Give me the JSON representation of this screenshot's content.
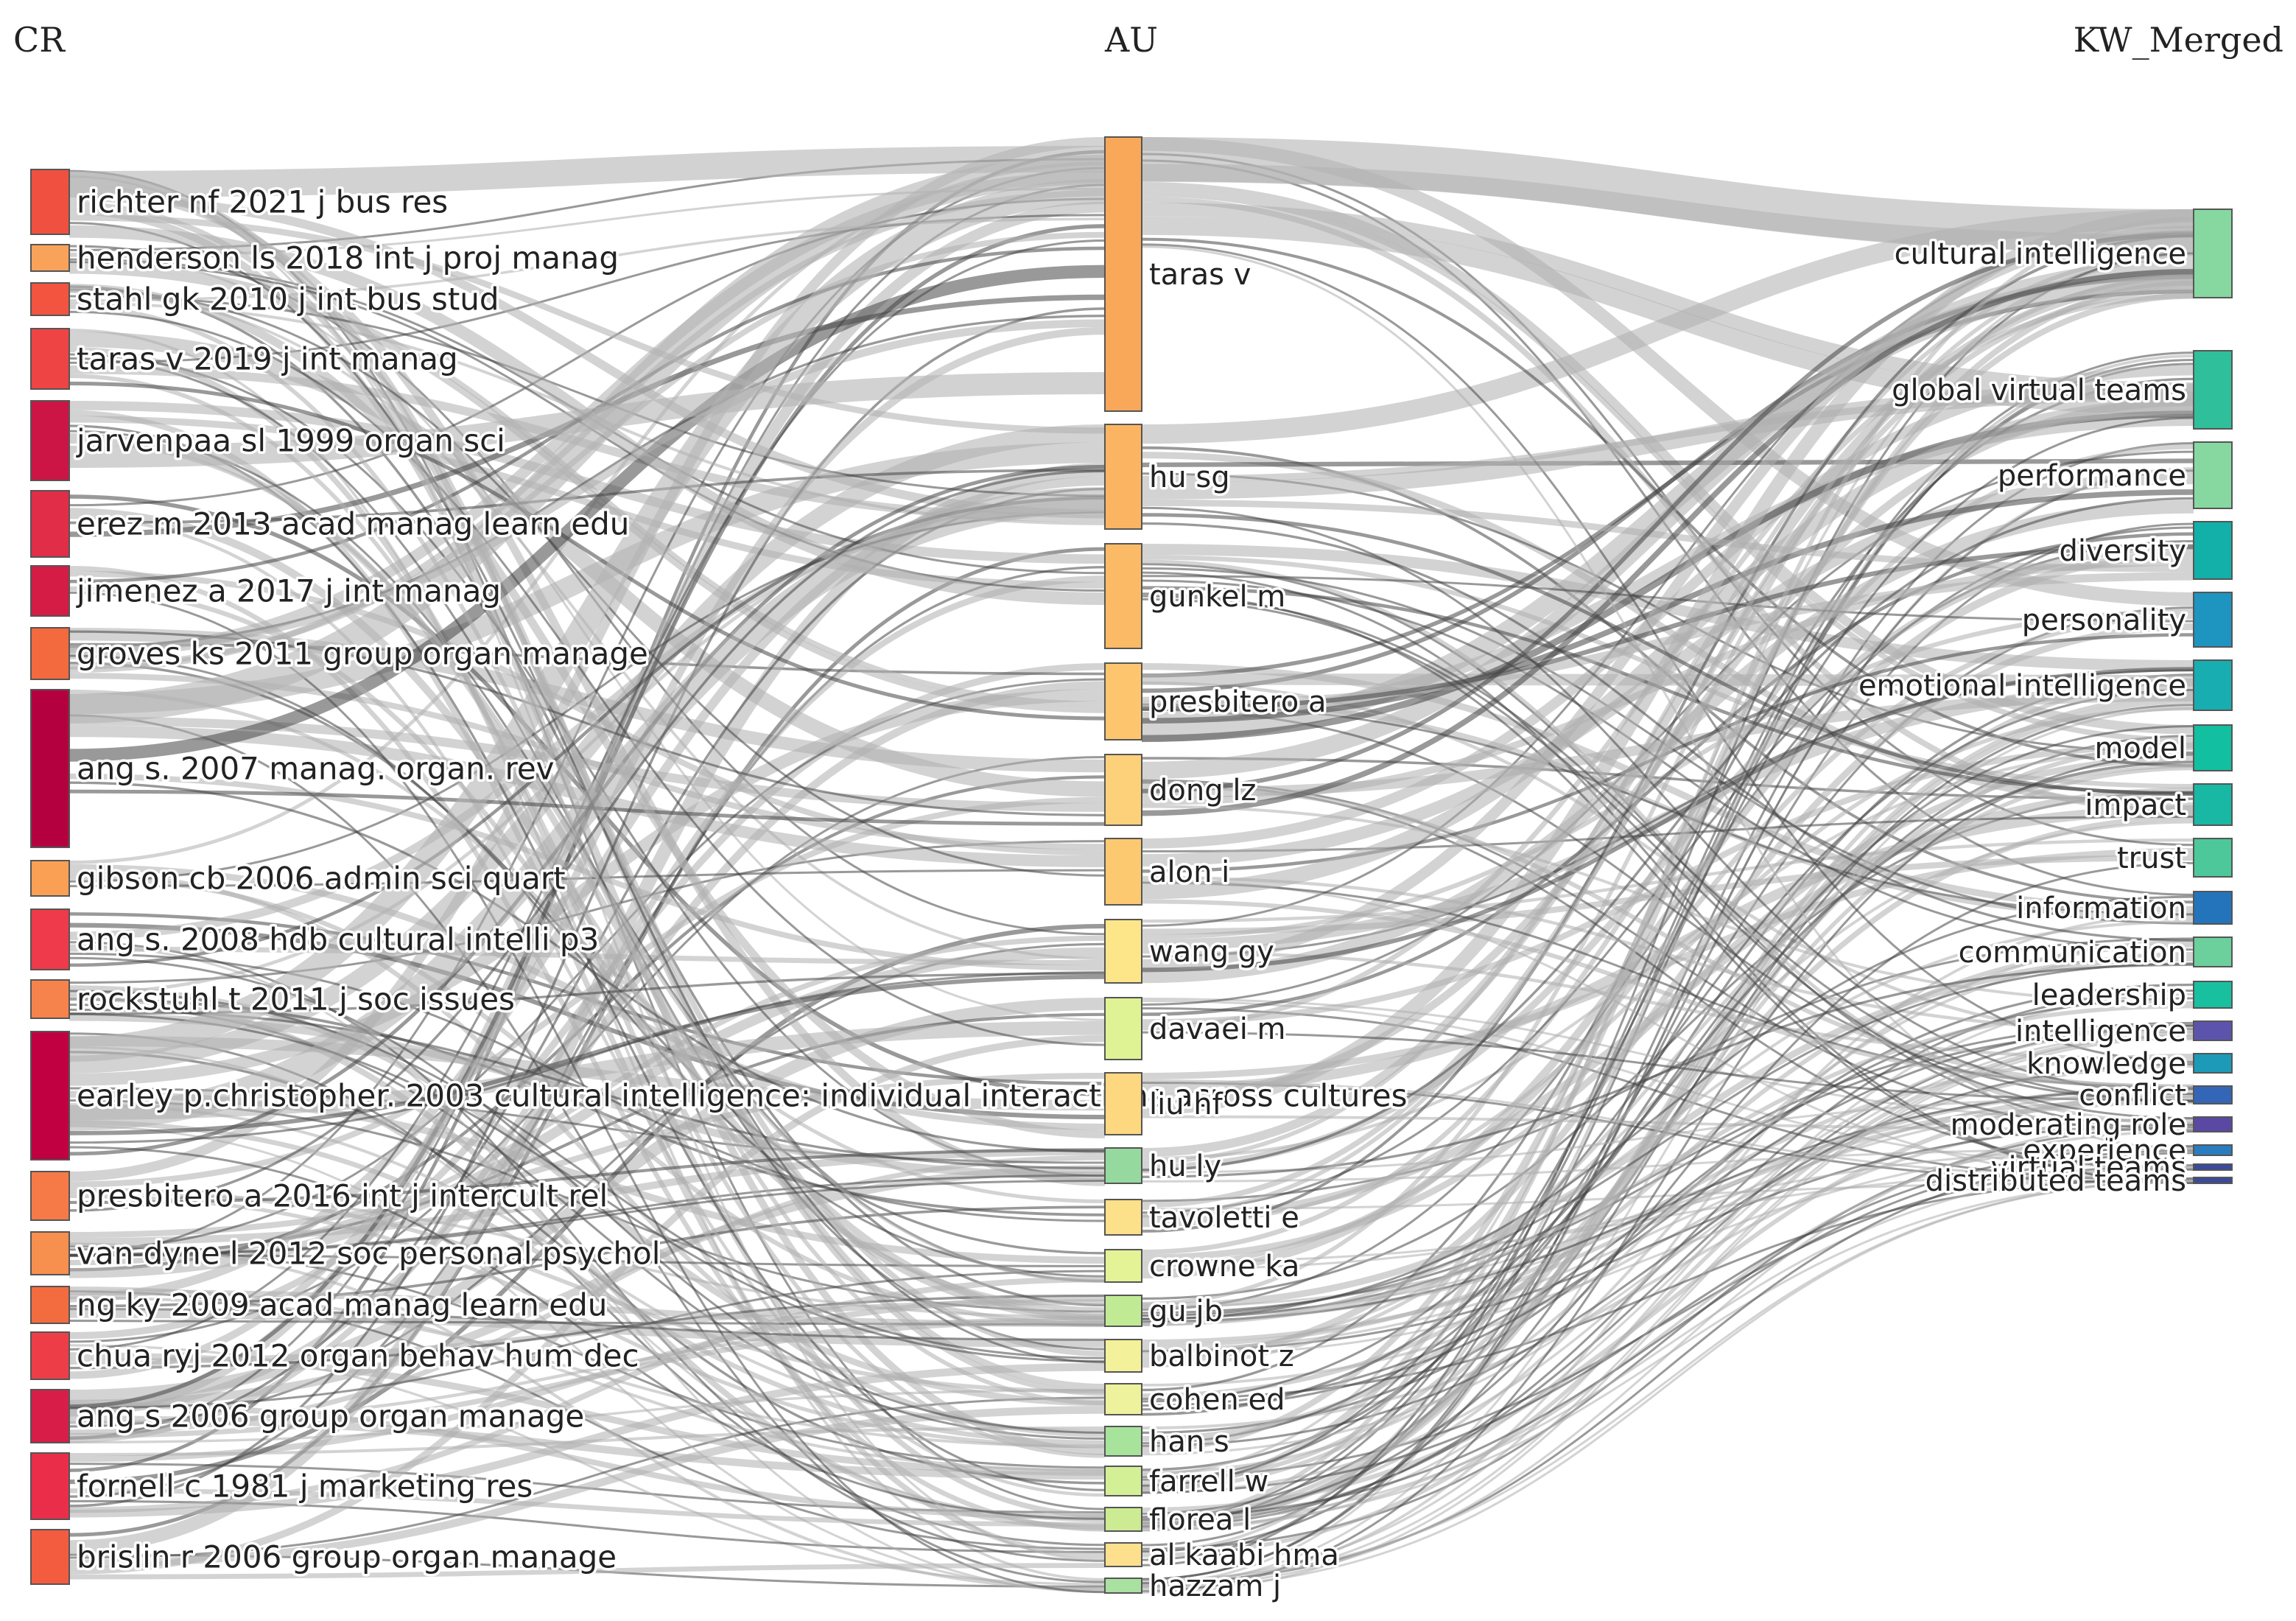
{
  "diagram": {
    "type": "sankey",
    "columns": [
      {
        "id": "CR",
        "title": "CR"
      },
      {
        "id": "AU",
        "title": "AU"
      },
      {
        "id": "KW",
        "title": "KW_Merged"
      }
    ],
    "nodes": {
      "CR": [
        {
          "label": "richter nf 2021 j bus res",
          "color": "#f05040"
        },
        {
          "label": "henderson ls 2018 int j proj manag",
          "color": "#f9a35a"
        },
        {
          "label": "stahl gk 2010 j int bus stud",
          "color": "#f25440"
        },
        {
          "label": "taras v 2019 j int manag",
          "color": "#ef4444"
        },
        {
          "label": "jarvenpaa sl 1999 organ sci",
          "color": "#cc1545"
        },
        {
          "label": "erez m 2013 acad manag learn edu",
          "color": "#e12d48"
        },
        {
          "label": "jimenez a 2017 j int manag",
          "color": "#d51c45"
        },
        {
          "label": "groves ks 2011 group organ manage",
          "color": "#f36a3e"
        },
        {
          "label": "ang s. 2007 manag. organ. rev",
          "color": "#b50040"
        },
        {
          "label": "gibson cb 2006 admin sci quart",
          "color": "#f9a054"
        },
        {
          "label": "ang s. 2008 hdb cultural intelli p3",
          "color": "#ee3a4a"
        },
        {
          "label": "rockstuhl t 2011 j soc issues",
          "color": "#f6834b"
        },
        {
          "label": "earley p.christopher. 2003 cultural intelligence: individual interactions across cultures",
          "color": "#c00040"
        },
        {
          "label": "presbitero a 2016 int j intercult rel",
          "color": "#f57a48"
        },
        {
          "label": "van dyne l 2012 soc personal psychol",
          "color": "#f78f4f"
        },
        {
          "label": "ng ky 2009 acad manag learn edu",
          "color": "#f36c3f"
        },
        {
          "label": "chua ryj 2012 organ behav hum dec",
          "color": "#ed3e48"
        },
        {
          "label": "ang s 2006 group organ manage",
          "color": "#d81e48"
        },
        {
          "label": "fornell c 1981 j marketing res",
          "color": "#ea2e4a"
        },
        {
          "label": "brislin r 2006 group organ manage",
          "color": "#f45c40"
        }
      ],
      "AU": [
        {
          "label": "taras v",
          "color": "#f9a85a"
        },
        {
          "label": "hu sg",
          "color": "#fbb562"
        },
        {
          "label": "gunkel m",
          "color": "#fbbb66"
        },
        {
          "label": "presbitero a",
          "color": "#fdc56e"
        },
        {
          "label": "dong lz",
          "color": "#fdd07a"
        },
        {
          "label": "alon i",
          "color": "#fdc970"
        },
        {
          "label": "wang gy",
          "color": "#fde58a"
        },
        {
          "label": "davaei m",
          "color": "#dff394"
        },
        {
          "label": "liu hf",
          "color": "#fed880"
        },
        {
          "label": "hu ly",
          "color": "#95d99e"
        },
        {
          "label": "tavoletti e",
          "color": "#fde08a"
        },
        {
          "label": "crowne ka",
          "color": "#e3f396"
        },
        {
          "label": "gu jb",
          "color": "#c0eb94"
        },
        {
          "label": "balbinot z",
          "color": "#f3f19a"
        },
        {
          "label": "cohen ed",
          "color": "#eef29c"
        },
        {
          "label": "han s",
          "color": "#a8e39c"
        },
        {
          "label": "farrell w",
          "color": "#d4f096"
        },
        {
          "label": "florea l",
          "color": "#cceb92"
        },
        {
          "label": "al kaabi hma",
          "color": "#fde08e"
        },
        {
          "label": "hazzam j",
          "color": "#a8e1a0"
        }
      ],
      "KW": [
        {
          "label": "cultural intelligence",
          "color": "#86d8a0"
        },
        {
          "label": "global virtual teams",
          "color": "#2fbf9a"
        },
        {
          "label": "performance",
          "color": "#86d8a0"
        },
        {
          "label": "diversity",
          "color": "#12b0a8"
        },
        {
          "label": "personality",
          "color": "#1e94c0"
        },
        {
          "label": "emotional intelligence",
          "color": "#18adb0"
        },
        {
          "label": "model",
          "color": "#12bfa0"
        },
        {
          "label": "impact",
          "color": "#18b8a4"
        },
        {
          "label": "trust",
          "color": "#4cc89a"
        },
        {
          "label": "information",
          "color": "#2474bc"
        },
        {
          "label": "communication",
          "color": "#6cd09c"
        },
        {
          "label": "leadership",
          "color": "#18c0a0"
        },
        {
          "label": "intelligence",
          "color": "#5c54ac"
        },
        {
          "label": "knowledge",
          "color": "#1c9ab8"
        },
        {
          "label": "conflict",
          "color": "#3466b8"
        },
        {
          "label": "moderating role",
          "color": "#5a48a4"
        },
        {
          "label": "experience",
          "color": "#2a7cc0"
        },
        {
          "label": "virtual teams",
          "color": "#3a4aa0"
        },
        {
          "label": "distributed teams",
          "color": "#3a4a9a"
        }
      ]
    }
  }
}
